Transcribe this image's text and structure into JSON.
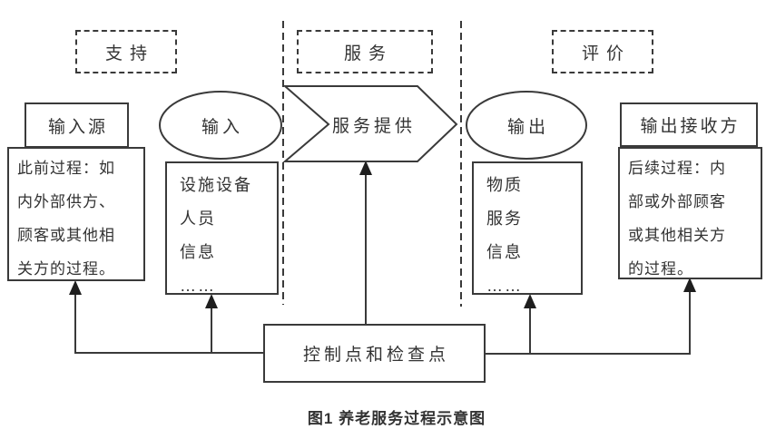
{
  "diagram": {
    "phases": {
      "support": {
        "label": "支持"
      },
      "service": {
        "label": "服务"
      },
      "evaluation": {
        "label": "评价"
      }
    },
    "nodes": {
      "input_source": {
        "title": "输入源",
        "lines": [
          "此前过程：如",
          "内外部供方、",
          "顾客或其他相",
          "关方的过程。"
        ]
      },
      "input_flow": {
        "label": "输入",
        "items": [
          "设施设备",
          "人员",
          "信息",
          "……"
        ]
      },
      "service_provision": {
        "label": "服务提供"
      },
      "output_flow": {
        "label": "输出",
        "items": [
          "物质",
          "服务",
          "信息",
          "……"
        ]
      },
      "output_receiver": {
        "title": "输出接收方",
        "lines": [
          "后续过程：内",
          "部或外部顾客",
          "或其他相关方",
          "的过程。"
        ]
      },
      "control": {
        "label": "控制点和检查点"
      }
    },
    "caption": "图1 养老服务过程示意图",
    "colors": {
      "line": "#3a3a3a",
      "text": "#333333",
      "background": "#ffffff"
    }
  }
}
